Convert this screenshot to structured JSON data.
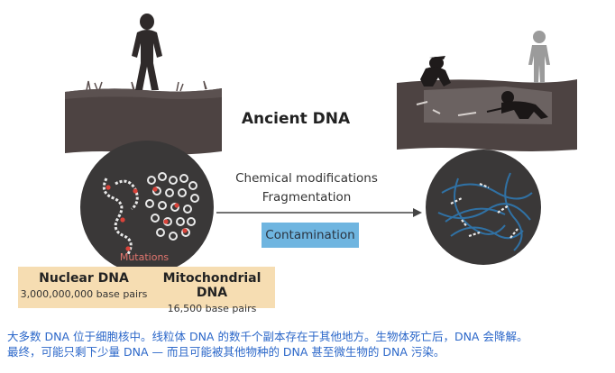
{
  "diagram": {
    "title": "Ancient DNA",
    "processes": [
      "Chemical modifications",
      "Fragmentation"
    ],
    "contamination_label": "Contamination",
    "mutations_label": "Mutations",
    "nuclear": {
      "name": "Nuclear DNA",
      "pairs": "3,000,000,000 base pairs"
    },
    "mitochondrial": {
      "name": "Mitochondrial DNA",
      "pairs": "16,500 base pairs"
    },
    "colors": {
      "soil": "#4d4342",
      "circle": "#3a3838",
      "highlight_box": "#f6ddb2",
      "contamination": "#6fb5e0",
      "mutation": "#d9433a",
      "strand": "#e9e9e9",
      "contam_strand": "#2f78b0",
      "caption": "#2b67c9"
    }
  },
  "caption": {
    "line1": "大多数 DNA 位于细胞核中。线粒体 DNA 的数千个副本存在于其他地方。生物体死亡后，DNA 会降解。",
    "line2": "最终，可能只剩下少量 DNA — 而且可能被其他物种的 DNA 甚至微生物的 DNA 污染。"
  }
}
